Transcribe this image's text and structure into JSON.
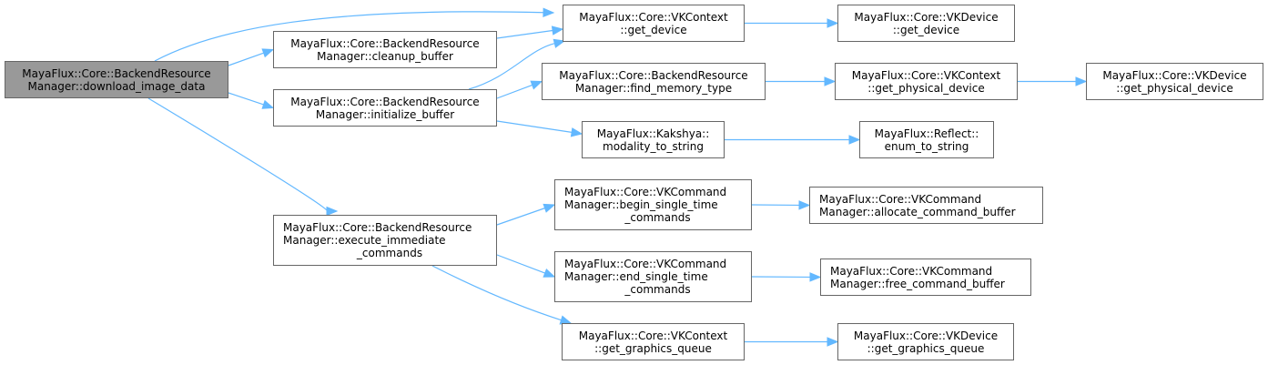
{
  "graph": {
    "edge_color": "#63b8ff",
    "root_fill": "#999999",
    "node_border": "#666666",
    "nodes": {
      "root": {
        "lines": [
          "MayaFlux::Core::BackendResource",
          "Manager::download_image_data"
        ]
      },
      "cleanup_buffer": {
        "lines": [
          "MayaFlux::Core::BackendResource",
          "Manager::cleanup_buffer"
        ]
      },
      "initialize_buffer": {
        "lines": [
          "MayaFlux::Core::BackendResource",
          "Manager::initialize_buffer"
        ]
      },
      "execute_immediate": {
        "lines": [
          "MayaFlux::Core::BackendResource",
          "Manager::execute_immediate",
          "_commands"
        ]
      },
      "ctx_get_device": {
        "lines": [
          "MayaFlux::Core::VKContext",
          "::get_device"
        ]
      },
      "find_memory_type": {
        "lines": [
          "MayaFlux::Core::BackendResource",
          "Manager::find_memory_type"
        ]
      },
      "modality_to_string": {
        "lines": [
          "MayaFlux::Kakshya::",
          "modality_to_string"
        ]
      },
      "begin_single": {
        "lines": [
          "MayaFlux::Core::VKCommand",
          "Manager::begin_single_time",
          "_commands"
        ]
      },
      "end_single": {
        "lines": [
          "MayaFlux::Core::VKCommand",
          "Manager::end_single_time",
          "_commands"
        ]
      },
      "ctx_get_graphics_queue": {
        "lines": [
          "MayaFlux::Core::VKContext",
          "::get_graphics_queue"
        ]
      },
      "dev_get_device": {
        "lines": [
          "MayaFlux::Core::VKDevice",
          "::get_device"
        ]
      },
      "ctx_get_physical_device": {
        "lines": [
          "MayaFlux::Core::VKContext",
          "::get_physical_device"
        ]
      },
      "enum_to_string": {
        "lines": [
          "MayaFlux::Reflect::",
          "enum_to_string"
        ]
      },
      "allocate_cmd": {
        "lines": [
          "MayaFlux::Core::VKCommand",
          "Manager::allocate_command_buffer"
        ]
      },
      "free_cmd": {
        "lines": [
          "MayaFlux::Core::VKCommand",
          "Manager::free_command_buffer"
        ]
      },
      "dev_get_graphics_queue": {
        "lines": [
          "MayaFlux::Core::VKDevice",
          "::get_graphics_queue"
        ]
      },
      "dev_get_physical_device": {
        "lines": [
          "MayaFlux::Core::VKDevice",
          "::get_physical_device"
        ]
      }
    },
    "edges": [
      [
        "root",
        "ctx_get_device"
      ],
      [
        "root",
        "cleanup_buffer"
      ],
      [
        "root",
        "initialize_buffer"
      ],
      [
        "root",
        "execute_immediate"
      ],
      [
        "cleanup_buffer",
        "ctx_get_device"
      ],
      [
        "initialize_buffer",
        "ctx_get_device"
      ],
      [
        "initialize_buffer",
        "find_memory_type"
      ],
      [
        "initialize_buffer",
        "modality_to_string"
      ],
      [
        "ctx_get_device",
        "dev_get_device"
      ],
      [
        "find_memory_type",
        "ctx_get_physical_device"
      ],
      [
        "ctx_get_physical_device",
        "dev_get_physical_device"
      ],
      [
        "modality_to_string",
        "enum_to_string"
      ],
      [
        "execute_immediate",
        "begin_single"
      ],
      [
        "execute_immediate",
        "end_single"
      ],
      [
        "execute_immediate",
        "ctx_get_graphics_queue"
      ],
      [
        "begin_single",
        "allocate_cmd"
      ],
      [
        "end_single",
        "free_cmd"
      ],
      [
        "ctx_get_graphics_queue",
        "dev_get_graphics_queue"
      ]
    ]
  }
}
